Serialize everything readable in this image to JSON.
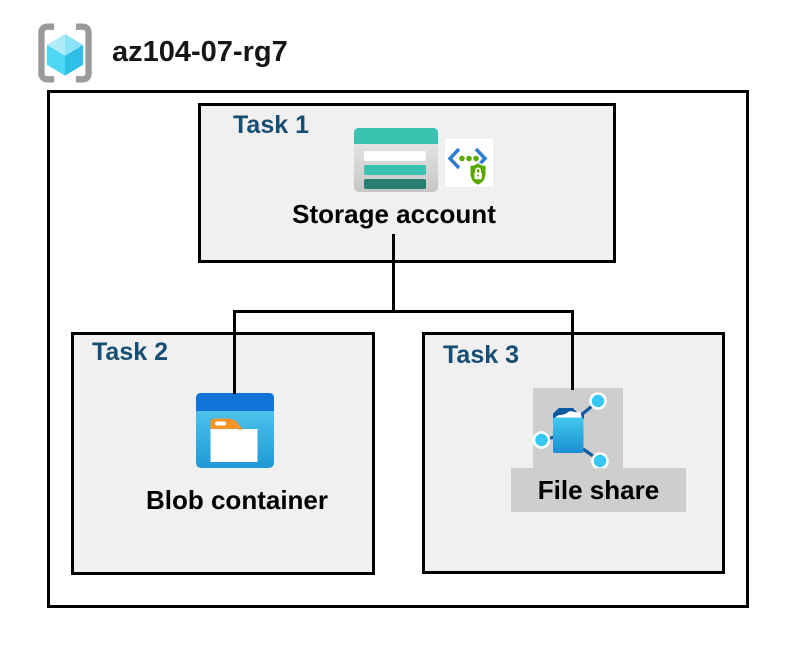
{
  "header": {
    "title": "az104-07-rg7",
    "icon": "resource-group-icon"
  },
  "tasks": [
    {
      "label": "Task 1",
      "item": "Storage account",
      "icons": [
        "storage-account-icon",
        "secured-endpoint-icon"
      ]
    },
    {
      "label": "Task 2",
      "item": "Blob container",
      "icons": [
        "blob-container-icon"
      ]
    },
    {
      "label": "Task 3",
      "item": "File share",
      "icons": [
        "file-share-icon"
      ]
    }
  ],
  "connections": [
    {
      "from": "Storage account",
      "to": "Blob container"
    },
    {
      "from": "Storage account",
      "to": "File share"
    }
  ],
  "colors": {
    "task_label": "#174e74",
    "task_box_fill": "#f0f0f0",
    "box_border": "#000000",
    "icon_backdrop_gray": "#cecece",
    "storage_teal": "#3ac2b1",
    "storage_teal_dark": "#267f72",
    "blob_header_blue": "#1173d8",
    "blob_body_blue": "#2ba7e0",
    "folder_tab_orange": "#f79428",
    "file_share_blue": "#1a8ed2",
    "node_cyan": "#35c8f4",
    "endpoint_bracket_blue": "#2e7bd4",
    "endpoint_green": "#57a803",
    "rg_bracket_gray": "#9a9a9a",
    "rg_cube_cyan": "#4ed6f3"
  }
}
